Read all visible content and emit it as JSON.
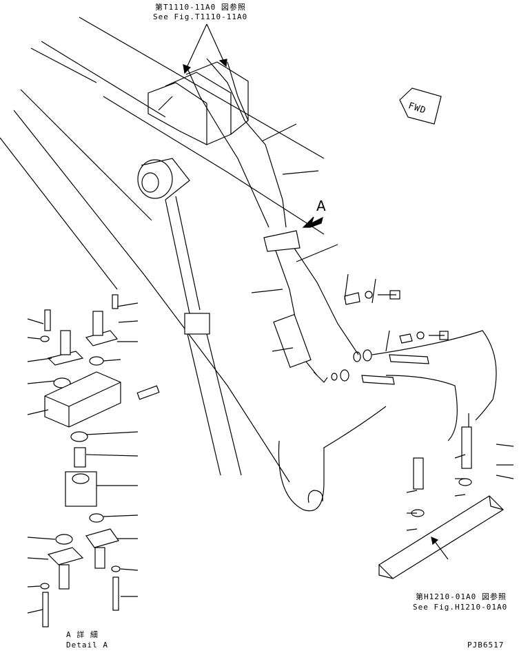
{
  "ref_top": {
    "line1": "第T1110-11A0 図参照",
    "line2": "See Fig.T1110-11A0"
  },
  "ref_bottom": {
    "line1": "第H1210-01A0 図参照",
    "line2": "See Fig.H1210-01A0"
  },
  "view_label": "A",
  "fwd_label": "FWD",
  "detail": {
    "line1": "A 詳 細",
    "line2": "Detail A"
  },
  "drawing_no": "PJB6517",
  "colors": {
    "ink": "#000000",
    "paper": "#ffffff"
  }
}
